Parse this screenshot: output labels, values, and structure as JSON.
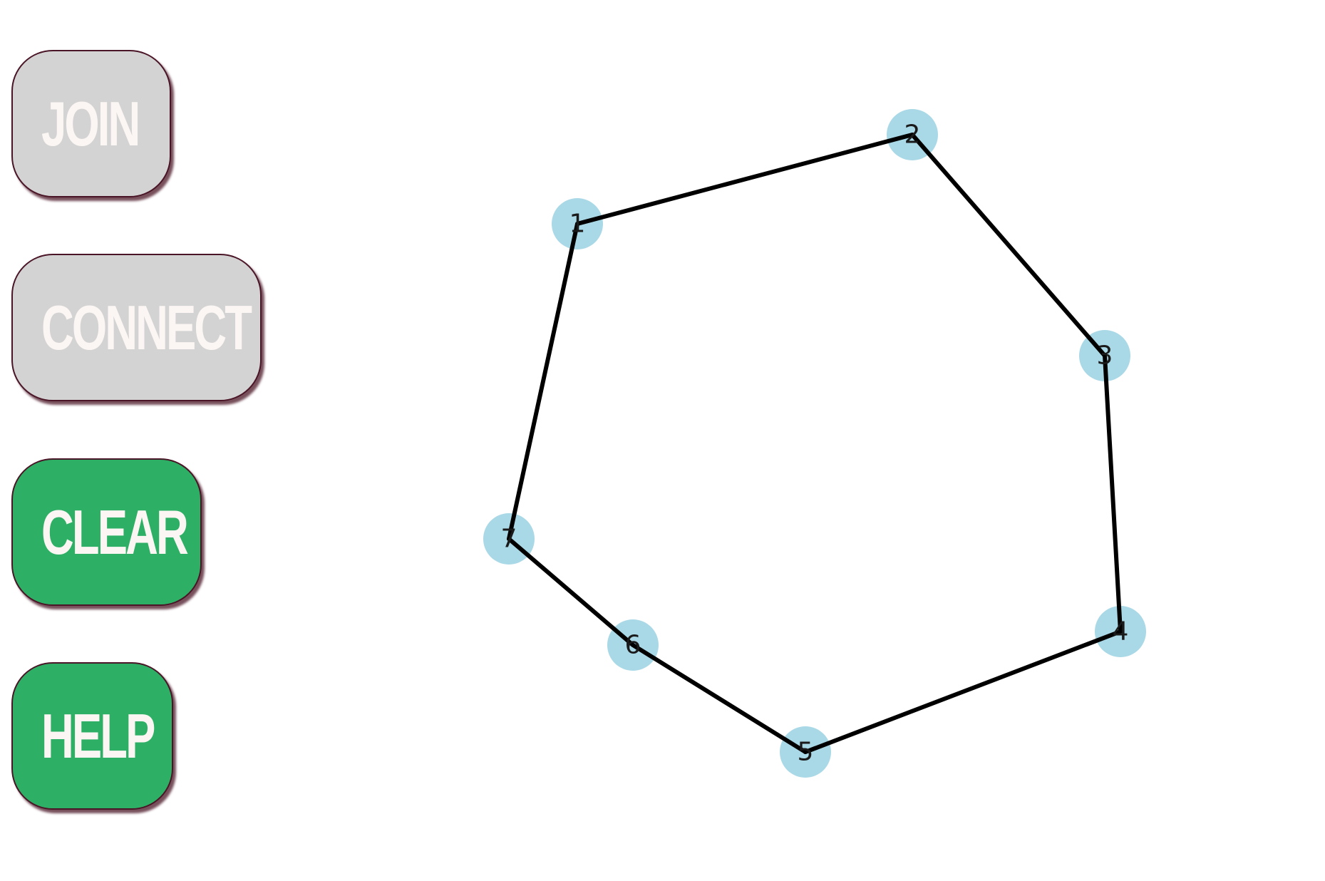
{
  "buttons": {
    "join": {
      "label": "JOIN",
      "state": "disabled"
    },
    "connect": {
      "label": "CONNECT",
      "state": "disabled"
    },
    "clear": {
      "label": "CLEAR",
      "state": "enabled"
    },
    "help": {
      "label": "HELP",
      "state": "enabled"
    }
  },
  "colors": {
    "button_disabled": "#d3d3d3",
    "button_enabled": "#2db065",
    "button_border": "#4a1526",
    "button_text": "#fbf6f3",
    "node_fill": "#a9d8e6",
    "edge": "#000000"
  },
  "graph": {
    "nodes": [
      {
        "id": "1",
        "label": "1"
      },
      {
        "id": "2",
        "label": "2"
      },
      {
        "id": "3",
        "label": "3"
      },
      {
        "id": "4",
        "label": "4"
      },
      {
        "id": "5",
        "label": "5"
      },
      {
        "id": "6",
        "label": "6"
      },
      {
        "id": "7",
        "label": "7"
      }
    ],
    "edges": [
      [
        "1",
        "2"
      ],
      [
        "2",
        "3"
      ],
      [
        "3",
        "4"
      ],
      [
        "4",
        "5"
      ],
      [
        "5",
        "6"
      ],
      [
        "6",
        "7"
      ],
      [
        "7",
        "1"
      ]
    ]
  }
}
